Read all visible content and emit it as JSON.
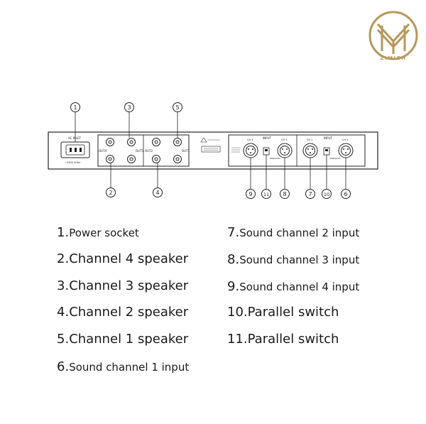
{
  "brand": {
    "logo_text": "ZIMICH",
    "gold_color": "#b8975a"
  },
  "panel": {
    "callouts": [
      "1",
      "2",
      "3",
      "4",
      "5",
      "6",
      "7",
      "8",
      "9",
      "10",
      "11"
    ],
    "ac_label": "AC INLET",
    "ac_sub": "~230V 50Hz",
    "out_labels": [
      "OUT4",
      "OUT3",
      "OUT2",
      "OUT1"
    ],
    "input_label": "INPUT",
    "ch_labels": [
      "CH 4",
      "CH 3",
      "CH 2",
      "CH 1"
    ],
    "parallel_label": "PARALLEL"
  },
  "legend": [
    {
      "num": "1.",
      "text": "Power socket"
    },
    {
      "num": "2.",
      "text": "Channel 4 speaker"
    },
    {
      "num": "3.",
      "text": "Channel 3 speaker"
    },
    {
      "num": "4.",
      "text": "Channel 2 speaker"
    },
    {
      "num": "5.",
      "text": "Channel 1 speaker"
    },
    {
      "num": "6.",
      "text": "Sound channel 1 input"
    },
    {
      "num": "7.",
      "text": "Sound channel 2 input"
    },
    {
      "num": "8.",
      "text": "Sound channel 3 input"
    },
    {
      "num": "9.",
      "text": "Sound channel 4 input"
    },
    {
      "num": "10.",
      "text": "Parallel switch"
    },
    {
      "num": "11.",
      "text": "Parallel switch"
    }
  ]
}
